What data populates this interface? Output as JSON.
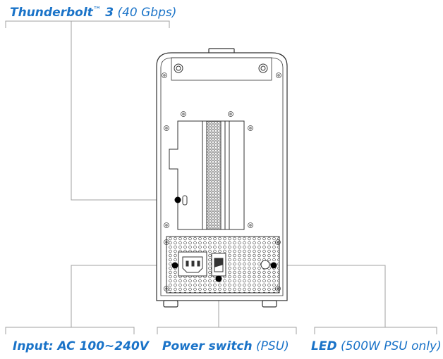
{
  "labels": {
    "thunderbolt": {
      "bold": "Thunderbolt",
      "tm": "™",
      "bold2": "3",
      "rest": "(40 Gbps)"
    },
    "input": {
      "bold": "Input: AC 100~240V",
      "rest": ""
    },
    "power": {
      "bold": "Power switch",
      "rest": "(PSU)"
    },
    "led": {
      "bold": "LED",
      "rest": "(500W PSU only)"
    }
  },
  "colors": {
    "label_blue": "#1a73c8",
    "line_gray": "#a0a0a0",
    "device_stroke": "#333333",
    "dot": "#000000"
  }
}
